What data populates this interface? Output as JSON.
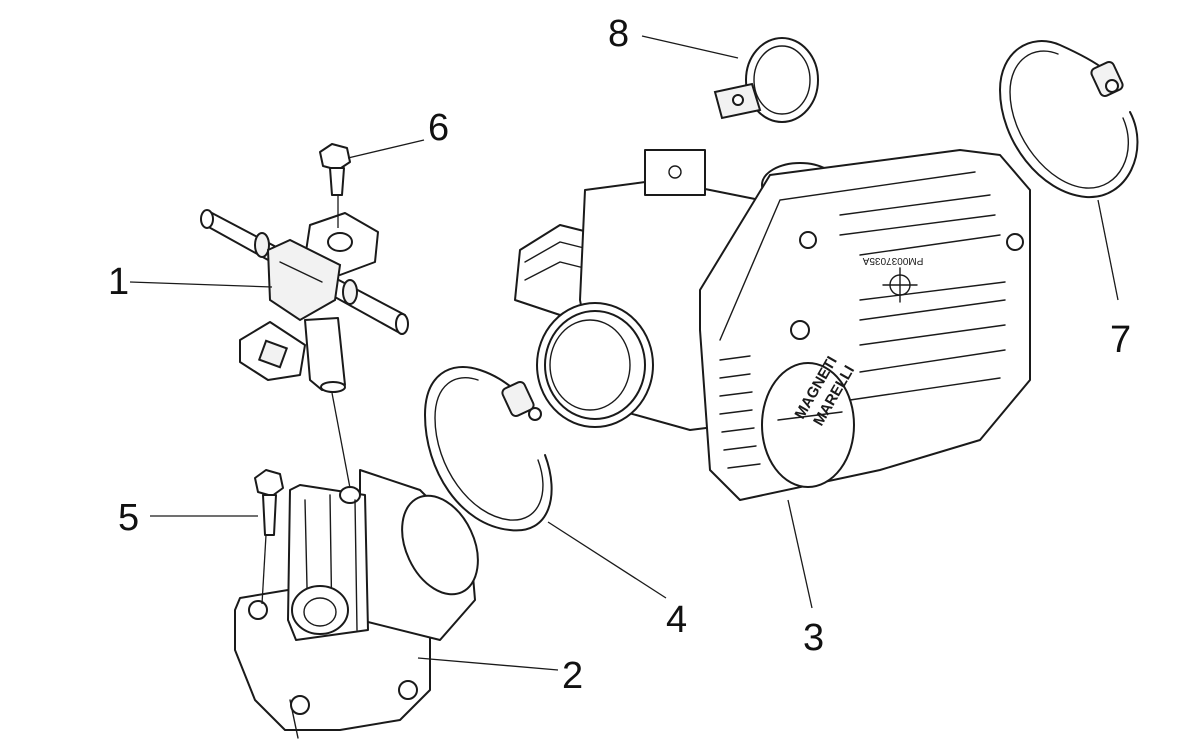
{
  "callouts": [
    {
      "id": "1",
      "label": "1"
    },
    {
      "id": "2",
      "label": "2"
    },
    {
      "id": "3",
      "label": "3"
    },
    {
      "id": "4",
      "label": "4"
    },
    {
      "id": "5",
      "label": "5"
    },
    {
      "id": "6",
      "label": "6"
    },
    {
      "id": "7",
      "label": "7"
    },
    {
      "id": "8",
      "label": "8"
    }
  ],
  "cover_marking": {
    "brand_line1": "MAGNETI",
    "brand_line2": "MARELLI",
    "part_code": "PM0037035A"
  }
}
